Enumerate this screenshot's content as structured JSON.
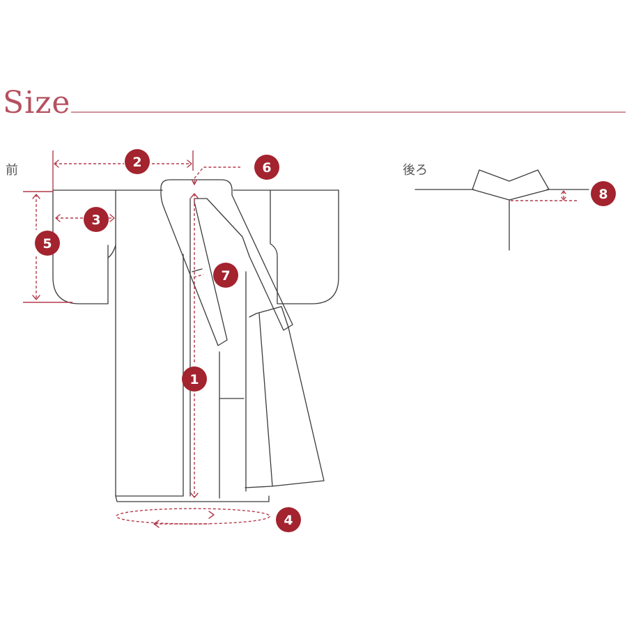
{
  "header": {
    "title": "Size"
  },
  "views": {
    "front_label": "前",
    "back_label": "後ろ"
  },
  "measurements": [
    {
      "id": "badge-1",
      "number": "1"
    },
    {
      "id": "badge-2",
      "number": "2"
    },
    {
      "id": "badge-3",
      "number": "3"
    },
    {
      "id": "badge-4",
      "number": "4"
    },
    {
      "id": "badge-5",
      "number": "5"
    },
    {
      "id": "badge-6",
      "number": "6"
    },
    {
      "id": "badge-7",
      "number": "7"
    },
    {
      "id": "badge-8",
      "number": "8"
    }
  ],
  "colors": {
    "accent": "#a3232e",
    "title": "#b5515f",
    "outline": "#3a3a3a"
  }
}
